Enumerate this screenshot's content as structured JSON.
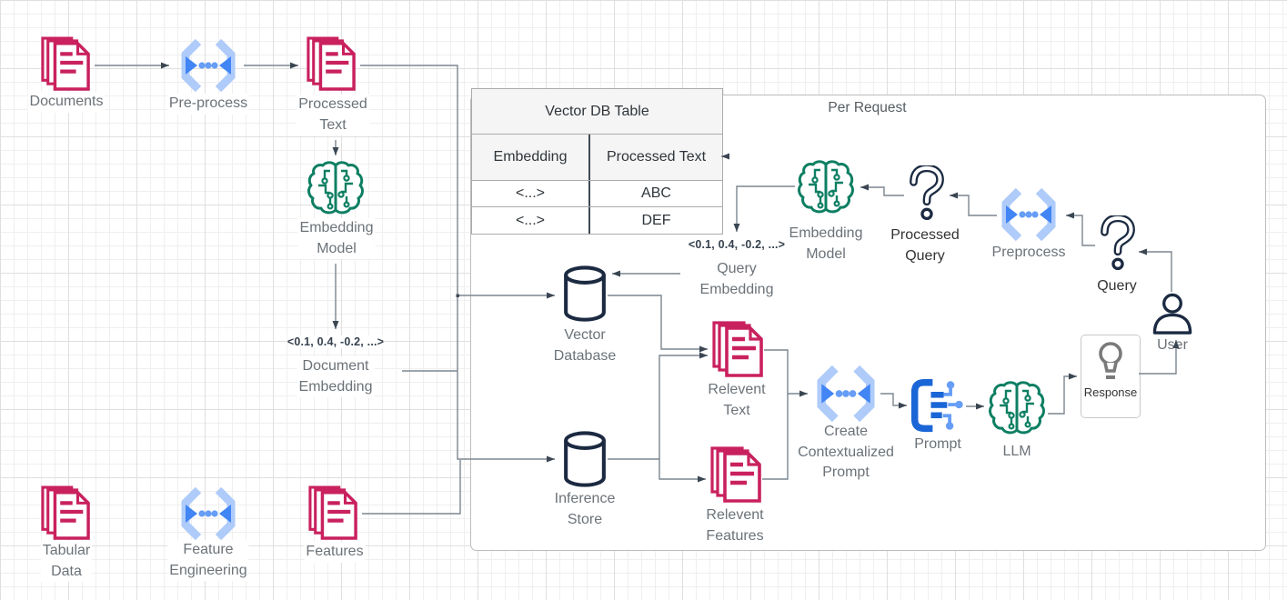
{
  "per_request": {
    "title": "Per Request"
  },
  "table": {
    "title": "Vector DB Table",
    "headers": [
      "Embedding",
      "Processed Text"
    ],
    "rows": [
      [
        "<...>",
        "ABC"
      ],
      [
        "<...>",
        "DEF"
      ]
    ]
  },
  "nodes": {
    "documents": {
      "label": "Documents"
    },
    "pre_process": {
      "label": "Pre-process"
    },
    "processed_text": {
      "label": "Processed\nText"
    },
    "embedding_model_left": {
      "label": "Embedding\nModel"
    },
    "document_embedding": {
      "vector": "<0.1, 0.4, -0.2, ...>",
      "label": "Document\nEmbedding"
    },
    "tabular_data": {
      "label": "Tabular\nData"
    },
    "feature_engineering": {
      "label": "Feature\nEngineering"
    },
    "features": {
      "label": "Features"
    },
    "vector_database": {
      "label": "Vector\nDatabase"
    },
    "inference_store": {
      "label": "Inference\nStore"
    },
    "query_embedding": {
      "vector": "<0.1, 0.4, -0.2, ...>",
      "label": "Query\nEmbedding"
    },
    "embedding_model_right": {
      "label": "Embedding\nModel"
    },
    "processed_query": {
      "label": "Processed\nQuery"
    },
    "preprocess": {
      "label": "Preprocess"
    },
    "query": {
      "label": "Query"
    },
    "user": {
      "label": "User"
    },
    "response": {
      "label": "Response"
    },
    "relevant_text": {
      "label": "Relevent\nText"
    },
    "relevant_features": {
      "label": "Relevent\nFeatures"
    },
    "create_contextualized_prompt": {
      "label": "Create\nContextualized\nPrompt"
    },
    "prompt": {
      "label": "Prompt"
    },
    "llm": {
      "label": "LLM"
    }
  },
  "colors": {
    "doc-pink": "#C9215E",
    "blue-light": "#AECBFA",
    "blue-dark": "#4285F4",
    "blue-mid": "#669DF6",
    "green": "#0E7F63",
    "navy": "#1B2A41",
    "gray-label": "#6B7278",
    "line": "#7C868F",
    "arrow": "#3A4652",
    "prompt-blue": "#1A66D6",
    "bulb-gray": "#7A7A7A"
  }
}
